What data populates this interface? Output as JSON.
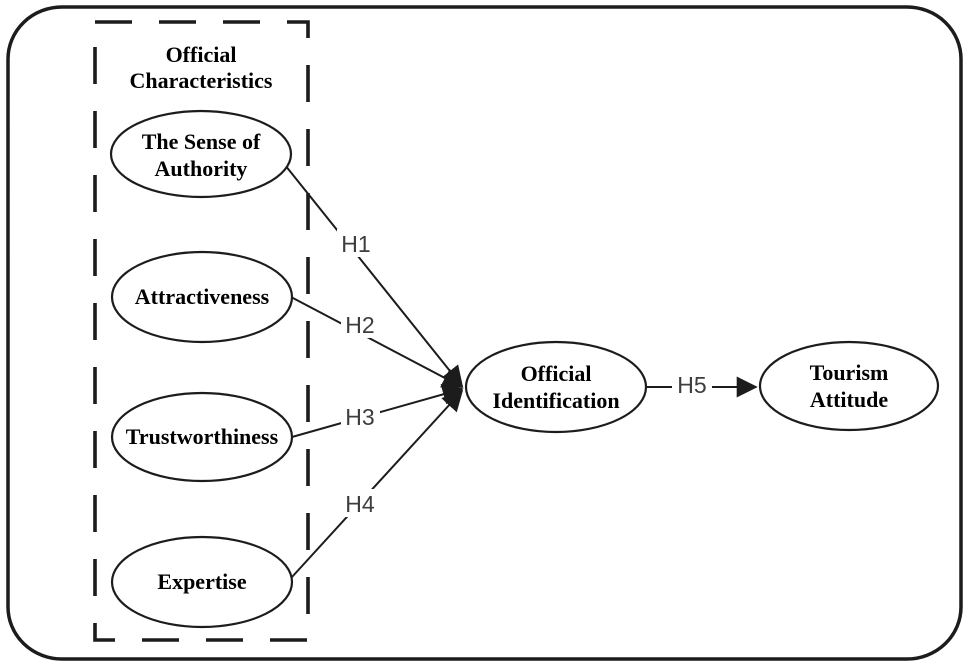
{
  "diagram": {
    "group": {
      "title_line1": "Official",
      "title_line2": "Characteristics"
    },
    "nodes": {
      "sense_of_authority": {
        "label_line1": "The Sense of",
        "label_line2": "Authority"
      },
      "attractiveness": {
        "label": "Attractiveness"
      },
      "trustworthiness": {
        "label": "Trustworthiness"
      },
      "expertise": {
        "label": "Expertise"
      },
      "official_identification": {
        "label_line1": "Official",
        "label_line2": "Identification"
      },
      "tourism_attitude": {
        "label_line1": "Tourism",
        "label_line2": "Attitude"
      }
    },
    "hypotheses": {
      "h1": "H1",
      "h2": "H2",
      "h3": "H3",
      "h4": "H4",
      "h5": "H5"
    },
    "colors": {
      "line": "#1c1c1c",
      "node_stroke": "#1c1c1c",
      "node_fill": "#ffffff",
      "node_label_text": "#000000",
      "hypothesis_text": "#3d3d3d",
      "background": "#ffffff"
    }
  }
}
